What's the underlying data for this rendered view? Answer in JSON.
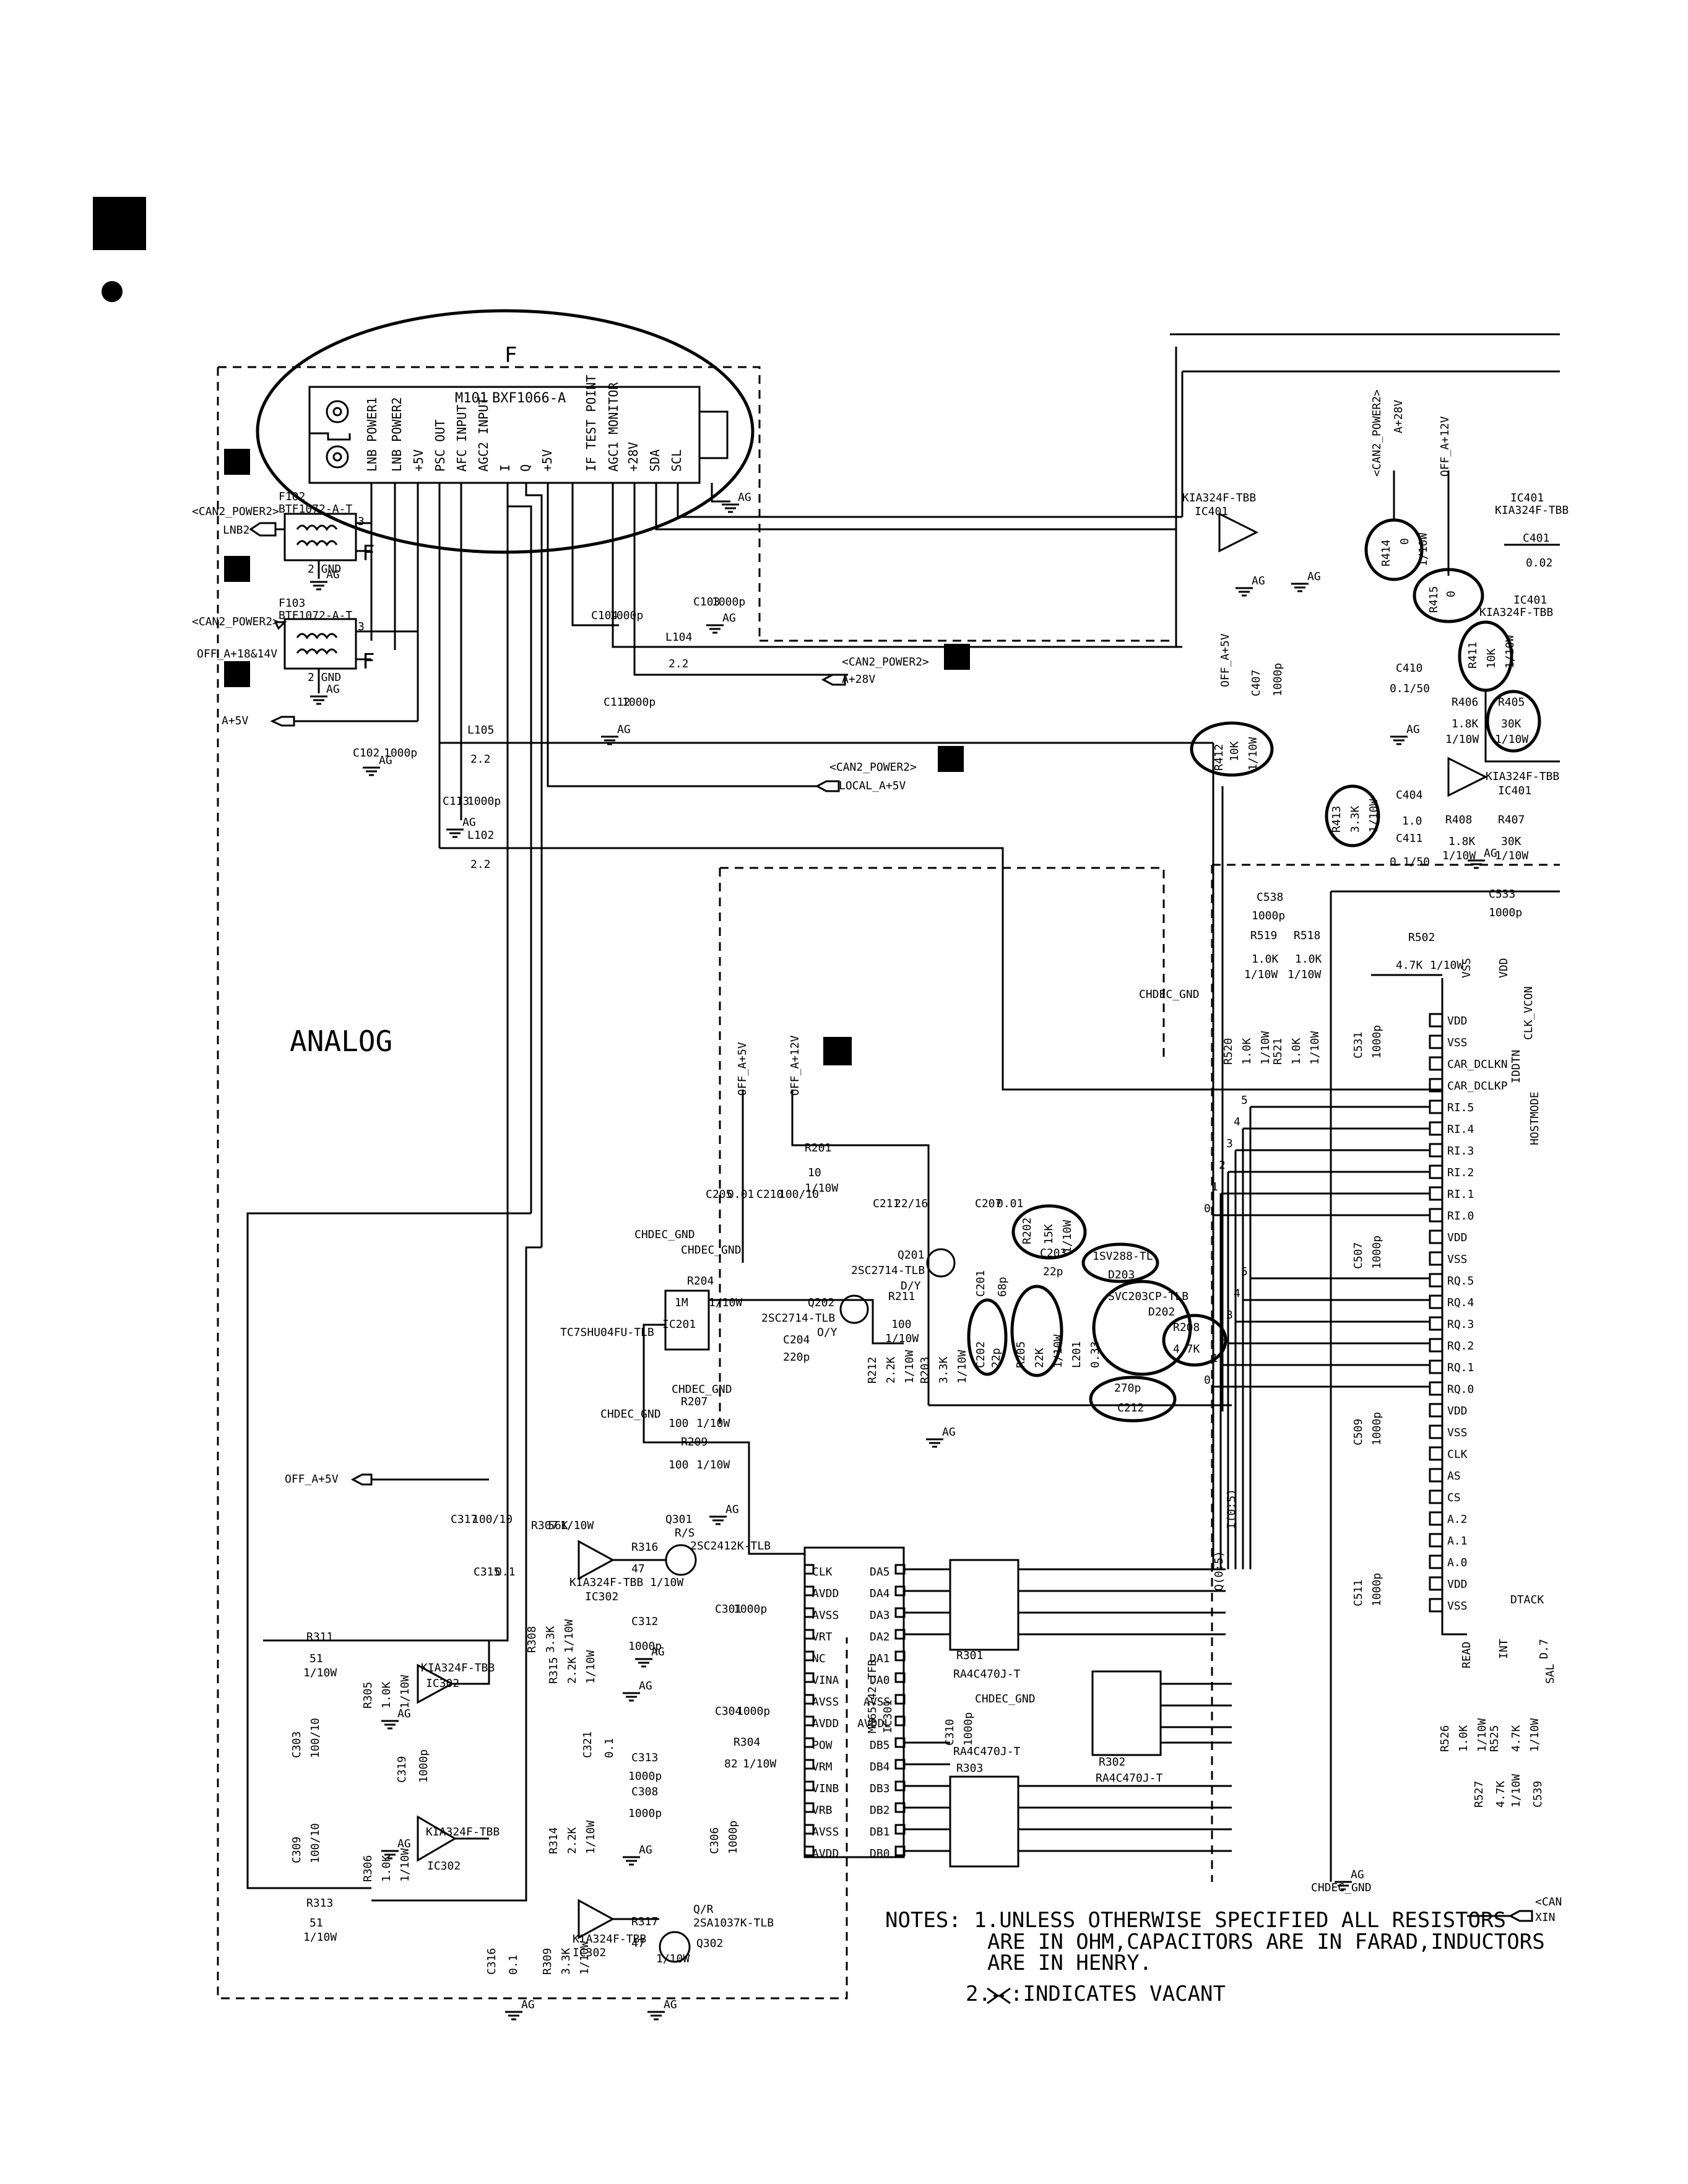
{
  "tuner": {
    "frame_letter": "F",
    "module_ref": "M101",
    "module_part": "BXF1066-A",
    "pins": [
      "LNB POWER1",
      "LNB POWER2",
      "+5V",
      "PSC OUT",
      "AFC INPUT",
      "AGC2 INPUT",
      "I",
      "Q",
      "+5V",
      "IF TEST POINT",
      "AGC1 MONITOR",
      "+28V",
      "SDA",
      "SCL"
    ]
  },
  "filters": [
    {
      "ref": "F102",
      "part": "BTF1072-A-T",
      "net": "<CAN2_POWER2>",
      "out": "LNB2",
      "pin3": "3",
      "gnd": "2 GND",
      "letter": "F"
    },
    {
      "ref": "F103",
      "part": "BTF1072-A-T",
      "net": "<CAN2_POWER2>",
      "out": "OFF_A+18&14V",
      "pin3": "3",
      "gnd": "2 GND",
      "letter": "F"
    }
  ],
  "nets": {
    "a5v": "A+5V",
    "a28v": "A+28V",
    "local5v": "LOCAL_A+5V",
    "can2": "<CAN2_POWER2>",
    "off_a5v": "OFF_A+5V",
    "off_a12v": "OFF_A+12V",
    "chdec_gnd": "CHDEC_GND",
    "xin": "XIN",
    "can": "<CAN",
    "iq_i": "I(0:5)",
    "iq_q": "Q(0:5)"
  },
  "section_label": "ANALOG",
  "components": {
    "c102": [
      "C102",
      "1000p"
    ],
    "l105": [
      "L105",
      "2.2"
    ],
    "c113": [
      "C113",
      "1000p"
    ],
    "l102": [
      "L102",
      "2.2"
    ],
    "c104": [
      "C104",
      "1000p"
    ],
    "c103": [
      "C103",
      "1000p"
    ],
    "l104": [
      "L104",
      "2.2"
    ],
    "c112": [
      "C112",
      "1000p"
    ],
    "r201": [
      "R201",
      "10",
      "1/10W"
    ],
    "c205": [
      "C205",
      "0.01"
    ],
    "c210": [
      "C210",
      "100/10"
    ],
    "c211": [
      "C211",
      "22/16"
    ],
    "c207": [
      "C207",
      "0.01"
    ],
    "r202": [
      "R202",
      "15K",
      "1/10W"
    ],
    "q201": [
      "Q201",
      "2SC2714-TLB",
      "D/Y"
    ],
    "q202": [
      "Q202",
      "2SC2714-TLB",
      "O/Y"
    ],
    "r211": [
      "R211",
      "100",
      "1/10W"
    ],
    "c204": [
      "C204",
      "220p"
    ],
    "c201": [
      "C201",
      "68p"
    ],
    "c203": [
      "C203",
      "22p"
    ],
    "d203": [
      "D203",
      "1SV288-TL"
    ],
    "d202": [
      "D202",
      "SVC203CP-TLB"
    ],
    "r208": [
      "R208",
      "4.7K"
    ],
    "r212": [
      "R212",
      "2.2K",
      "1/10W"
    ],
    "r203": [
      "R203",
      "3.3K",
      "1/10W"
    ],
    "c202": [
      "C202",
      "22p"
    ],
    "r205": [
      "R205",
      "22K",
      "1/10W"
    ],
    "l201": [
      "L201",
      "0.33"
    ],
    "c212": [
      "C212",
      "270p"
    ],
    "r204": [
      "R204",
      "1M",
      "1/10W"
    ],
    "ic201": [
      "IC201",
      "TC7SHU04FU-TLB"
    ],
    "r207": [
      "R207",
      "100",
      "1/10W"
    ],
    "r209": [
      "R209",
      "100",
      "1/10W"
    ],
    "c317": [
      "C317",
      "100/10"
    ],
    "r307": [
      "R307",
      "56K",
      "1/10W"
    ],
    "q301": [
      "Q301",
      "2SC2412K-TLB",
      "R/S"
    ],
    "r316": [
      "R316",
      "47",
      "1/10W"
    ],
    "c315": [
      "C315",
      "0.1"
    ],
    "ic302a": [
      "IC302",
      "KIA324F-TBB"
    ],
    "r311": [
      "R311",
      "51",
      "1/10W"
    ],
    "r305": [
      "R305",
      "1.0K",
      "1/10W"
    ],
    "r308": [
      "R308",
      "3.3K",
      "1/10W"
    ],
    "r315": [
      "R315",
      "2.2K",
      "1/10W"
    ],
    "c301": [
      "C301",
      "1000p"
    ],
    "c312": [
      "C312",
      "1000p"
    ],
    "c303": [
      "C303",
      "100/10"
    ],
    "c319": [
      "C319",
      "1000p"
    ],
    "c304": [
      "C304",
      "1000p"
    ],
    "r304": [
      "R304",
      "82",
      "1/10W"
    ],
    "c321": [
      "C321",
      "0.1"
    ],
    "c313": [
      "C313",
      "1000p"
    ],
    "c308": [
      "C308",
      "1000p"
    ],
    "r314": [
      "R314",
      "2.2K",
      "1/10W"
    ],
    "c306": [
      "C306",
      "1000p"
    ],
    "c309": [
      "C309",
      "100/10"
    ],
    "r306": [
      "R306",
      "1.0K",
      "1/10W"
    ],
    "r313": [
      "R313",
      "51",
      "1/10W"
    ],
    "r317": [
      "R317",
      "47",
      "1/10W"
    ],
    "q302": [
      "Q302",
      "2SA1037K-TLB",
      "Q/R"
    ],
    "c316": [
      "C316",
      "0.1"
    ],
    "r309": [
      "R309",
      "3.3K",
      "1/10W"
    ],
    "ic301": [
      "IC301",
      "MN65742-TFB"
    ],
    "r301": [
      "R301",
      "RA4C470J-T"
    ],
    "r303": [
      "R303",
      "RA4C470J-T"
    ],
    "r302": [
      "R302",
      "RA4C470J-T"
    ],
    "c310": [
      "C310",
      "1000p"
    ],
    "ic401": [
      "IC401",
      "KIA324F-TBB"
    ],
    "r414": [
      "R414",
      "0",
      "1/10W"
    ],
    "r415": [
      "R415",
      "0",
      "1/10W"
    ],
    "r411": [
      "R411",
      "10K",
      "1/10W"
    ],
    "r405": [
      "R405",
      "30K",
      "1/10W"
    ],
    "r406": [
      "R406",
      "1.8K",
      "1/10W"
    ],
    "c410": [
      "C410",
      "0.1/50"
    ],
    "c407": [
      "C407",
      "1000p"
    ],
    "r412": [
      "R412",
      "10K",
      "1/10W"
    ],
    "r413": [
      "R413",
      "3.3K",
      "1/10W"
    ],
    "c404": [
      "C404",
      "1.0"
    ],
    "c411": [
      "C411",
      "0.1/50"
    ],
    "r408": [
      "R408",
      "1.8K",
      "1/10W"
    ],
    "r407": [
      "R407",
      "30K",
      "1/10W"
    ],
    "c401": [
      "C401",
      "0.02"
    ],
    "c538": [
      "C538",
      "1000p"
    ],
    "r519": [
      "R519",
      "1.0K",
      "1/10W"
    ],
    "r518": [
      "R518",
      "1.0K",
      "1/10W"
    ],
    "r502": [
      "R502",
      "4.7K",
      "1/10W"
    ],
    "c533": [
      "C533",
      "1000p"
    ],
    "r520": [
      "R520",
      "1.0K",
      "1/10W"
    ],
    "r521": [
      "R521",
      "1.0K",
      "1/10W"
    ],
    "c531": [
      "C531",
      "1000p"
    ],
    "c507": [
      "C507",
      "1000p"
    ],
    "c509": [
      "C509",
      "1000p"
    ],
    "c511": [
      "C511",
      "1000p"
    ],
    "r526": [
      "R526",
      "1.0K",
      "1/10W"
    ],
    "r525": [
      "R525",
      "4.7K",
      "1/10W"
    ],
    "r527": [
      "R527",
      "4.7K",
      "1/10W"
    ],
    "c539": [
      "C539"
    ]
  },
  "ic301_left": [
    "CLK",
    "AVDD",
    "AVSS",
    "VRT",
    "NC",
    "VINA",
    "AVSS",
    "AVDD",
    "POW",
    "VRM",
    "VINB",
    "VRB",
    "AVSS",
    "AVDD"
  ],
  "ic301_right": [
    "DA5",
    "DA4",
    "DA3",
    "DA2",
    "DA1",
    "DA0",
    "AVSS",
    "AVDDL",
    "DB5",
    "DB4",
    "DB3",
    "DB2",
    "DB1",
    "DB0"
  ],
  "ic301_bits": [
    "5",
    "4",
    "3",
    "2",
    "1",
    "0"
  ],
  "qpsk_pins": [
    "VDD",
    "VSS",
    "CAR_DCLKN",
    "CAR_DCLKP",
    "RI.5",
    "RI.4",
    "RI.3",
    "RI.2",
    "RI.1",
    "RI.0",
    "VDD",
    "VSS",
    "RQ.5",
    "RQ.4",
    "RQ.3",
    "RQ.2",
    "RQ.1",
    "RQ.0",
    "VDD",
    "VSS",
    "CLK",
    "AS",
    "CS",
    "A.2",
    "A.1",
    "A.0",
    "VDD",
    "VSS"
  ],
  "qpsk_top": [
    "VSS",
    "VDD",
    "CLK_VCON",
    "HOSTMODE",
    "IDDTN",
    "READ",
    "INT",
    "D.7",
    "SAL"
  ],
  "dtack": "DTACK",
  "notes": {
    "line1": "NOTES: 1.UNLESS OTHERWISE SPECIFIED ALL RESISTORS",
    "line2": "ARE IN OHM,CAPACITORS ARE IN FARAD,INDUCTORS",
    "line3": "ARE IN HENRY.",
    "line4": "2.",
    "line4b": ":INDICATES VACANT"
  },
  "ground_label": "AG"
}
